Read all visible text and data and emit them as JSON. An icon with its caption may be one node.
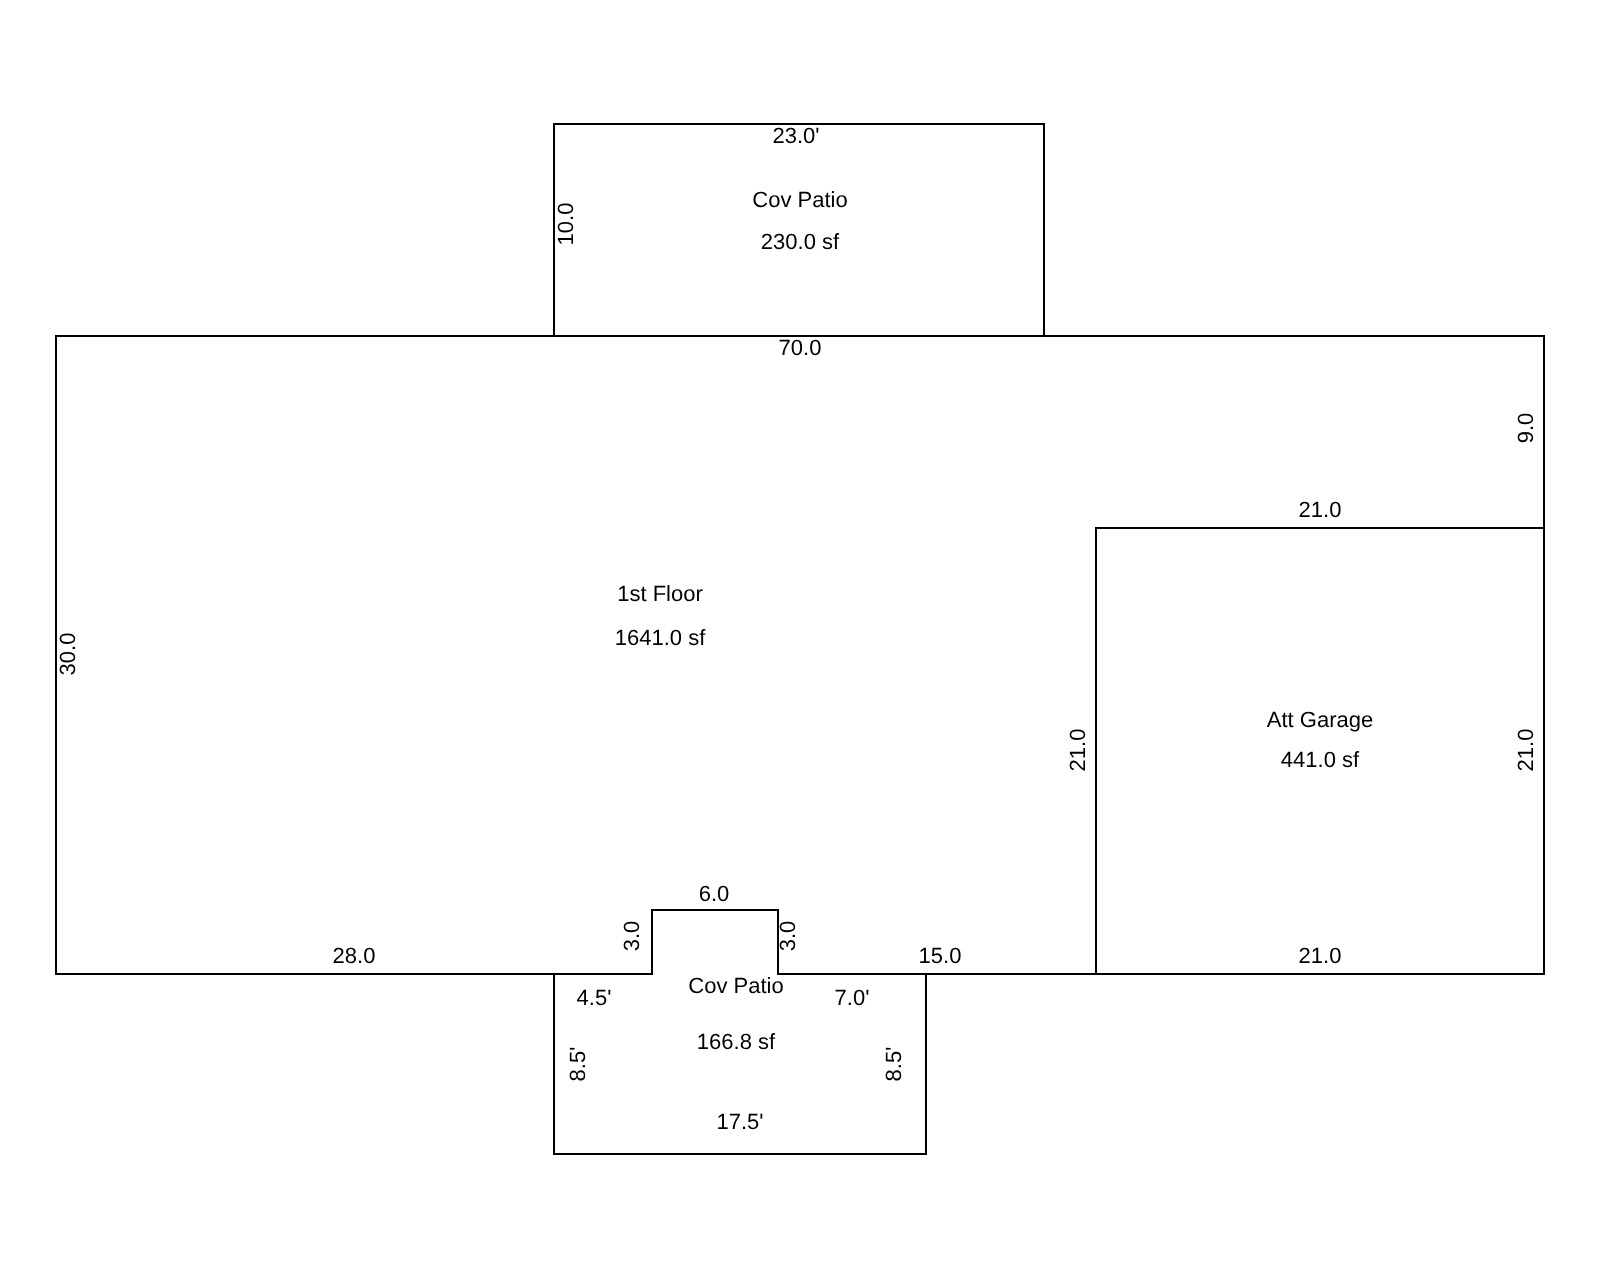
{
  "diagram": {
    "nodes": [
      {
        "text": [
          "Cov Patio",
          "230.0 sf"
        ]
      },
      {
        "text": [
          "1st Floor",
          "1641.0 sf"
        ]
      },
      {
        "text": [
          "Att Garage",
          "441.0 sf"
        ]
      },
      {
        "text": [
          "Cov Patio",
          "166.8 sf"
        ]
      }
    ],
    "labels": [
      "23.0'",
      "10.0",
      "70.0",
      "9.0",
      "21.0",
      "30.0",
      "21.0",
      "21.0",
      "6.0",
      "3.0",
      "3.0",
      "28.0",
      "15.0",
      "21.0",
      "4.5'",
      "7.0'",
      "8.5'",
      "8.5'",
      "17.5'"
    ]
  }
}
